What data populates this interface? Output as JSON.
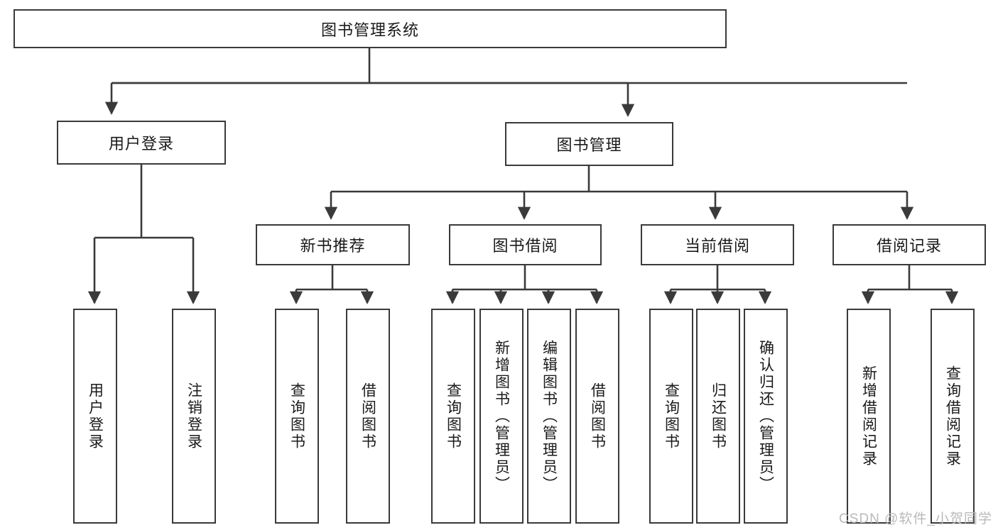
{
  "diagram": {
    "type": "tree-hierarchy",
    "title": "图书管理系统",
    "watermark": "CSDN @软件_小贺同学",
    "colors": {
      "background": "#ffffff",
      "node_border": "#3a3a3a",
      "node_fill": "#ffffff",
      "edge": "#3a3a3a",
      "text": "#1a1a1a",
      "watermark": "#b9b9b9"
    },
    "nodes": {
      "root": {
        "label": "图书管理系统",
        "level": 0,
        "orientation": "horizontal"
      },
      "l1": [
        {
          "id": "user_login",
          "label": "用户登录",
          "orientation": "horizontal"
        },
        {
          "id": "book_mgmt",
          "label": "图书管理",
          "orientation": "horizontal"
        }
      ],
      "l2": [
        {
          "id": "new_book_rec",
          "label": "新书推荐",
          "orientation": "horizontal",
          "parent": "book_mgmt"
        },
        {
          "id": "book_borrow",
          "label": "图书借阅",
          "orientation": "horizontal",
          "parent": "book_mgmt"
        },
        {
          "id": "current_borrow",
          "label": "当前借阅",
          "orientation": "horizontal",
          "parent": "book_mgmt"
        },
        {
          "id": "borrow_record",
          "label": "借阅记录",
          "orientation": "horizontal",
          "parent": "book_mgmt"
        }
      ],
      "leaves": [
        {
          "id": "leaf_user_login",
          "label": "用户登录",
          "parent": "user_login",
          "orientation": "vertical"
        },
        {
          "id": "leaf_user_logout",
          "label": "注销登录",
          "parent": "user_login",
          "orientation": "vertical"
        },
        {
          "id": "leaf_query_book_1",
          "label": "查询图书",
          "parent": "new_book_rec",
          "orientation": "vertical"
        },
        {
          "id": "leaf_borrow_book_1",
          "label": "借阅图书",
          "parent": "new_book_rec",
          "orientation": "vertical"
        },
        {
          "id": "leaf_query_book_2",
          "label": "查询图书",
          "parent": "book_borrow",
          "orientation": "vertical"
        },
        {
          "id": "leaf_add_book",
          "label": "新增图书（管理员）",
          "parent": "book_borrow",
          "orientation": "vertical"
        },
        {
          "id": "leaf_edit_book",
          "label": "编辑图书（管理员）",
          "parent": "book_borrow",
          "orientation": "vertical"
        },
        {
          "id": "leaf_borrow_book_2",
          "label": "借阅图书",
          "parent": "book_borrow",
          "orientation": "vertical"
        },
        {
          "id": "leaf_query_book_3",
          "label": "查询图书",
          "parent": "current_borrow",
          "orientation": "vertical"
        },
        {
          "id": "leaf_return_book",
          "label": "归还图书",
          "parent": "current_borrow",
          "orientation": "vertical"
        },
        {
          "id": "leaf_confirm_return",
          "label": "确认归还（管理员）",
          "parent": "current_borrow",
          "orientation": "vertical"
        },
        {
          "id": "leaf_add_record",
          "label": "新增借阅记录",
          "parent": "borrow_record",
          "orientation": "vertical"
        },
        {
          "id": "leaf_query_record",
          "label": "查询借阅记录",
          "parent": "borrow_record",
          "orientation": "vertical"
        }
      ]
    }
  }
}
